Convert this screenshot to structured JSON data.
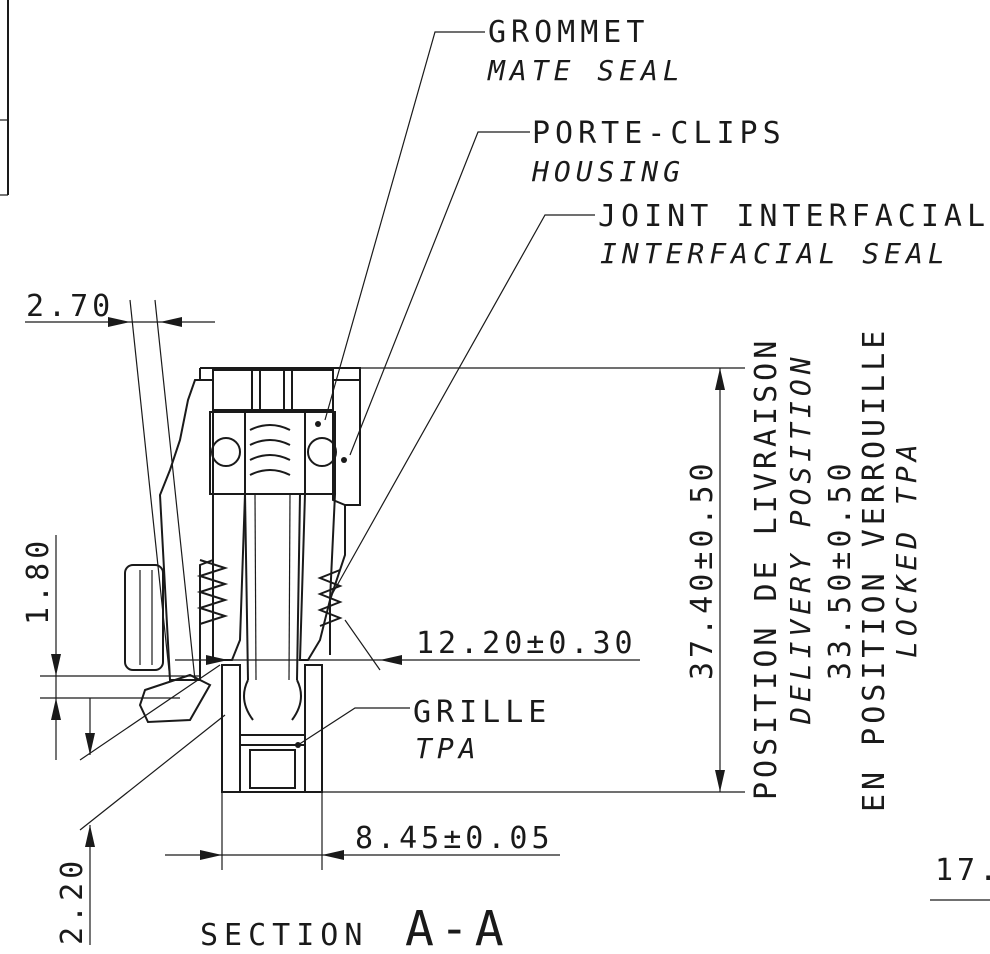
{
  "labels": {
    "grommet": "GROMMET",
    "mate_seal": "MATE SEAL",
    "porte_clips": "PORTE-CLIPS",
    "housing": "HOUSING",
    "joint_interfacial": "JOINT INTERFACIAL",
    "interfacial_seal": "INTERFACIAL SEAL",
    "grille": "GRILLE",
    "tpa": "TPA"
  },
  "dimensions": {
    "d_2_70": "2.70",
    "d_1_80": "1.80",
    "d_2_20": "2.20",
    "d_12_20": "12.20±0.30",
    "d_8_45": "8.45±0.05",
    "d_37_40": "37.40±0.50",
    "d_33_50": "33.50±0.50",
    "d_17": "17."
  },
  "positions": {
    "livraison": "POSITION DE LIVRAISON",
    "delivery": "DELIVERY POSITION",
    "verrouille": "EN POSITION VERROUILLE",
    "locked_tpa": "LOCKED TPA"
  },
  "title": {
    "section": "SECTION",
    "view": "A-A"
  }
}
